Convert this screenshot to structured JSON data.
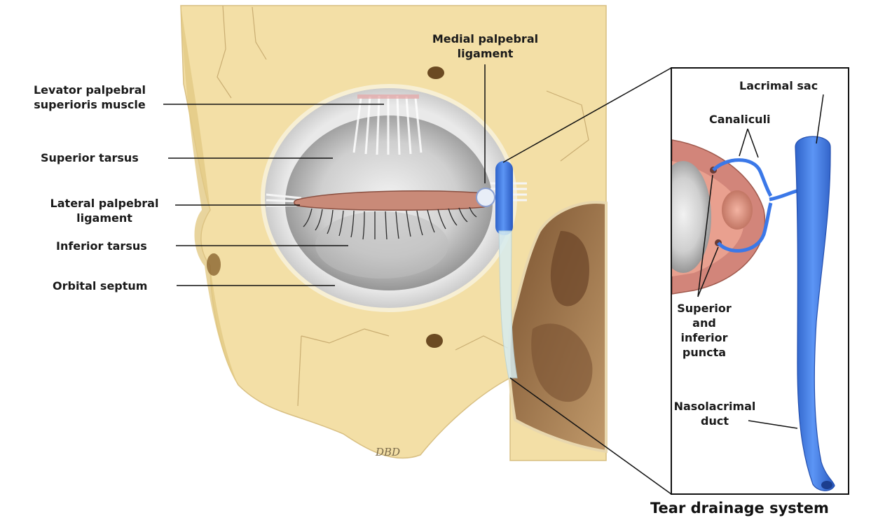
{
  "labels": {
    "levator": "Levator palpebral\nsuperioris muscle",
    "superior_tarsus": "Superior tarsus",
    "lateral_ligament": "Lateral palpebral\nligament",
    "inferior_tarsus": "Inferior tarsus",
    "orbital_septum": "Orbital septum",
    "medial_ligament": "Medial palpebral\nligament",
    "lacrimal_sac": "Lacrimal sac",
    "canaliculi": "Canaliculi",
    "puncta": "Superior\nand\ninferior\npuncta",
    "nasolacrimal": "Nasolacrimal\nduct"
  },
  "caption": "Tear drainage system",
  "signature": "DBD",
  "colors": {
    "bone": "#f3dfa6",
    "bone_line": "#c9ad72",
    "duct_blue": "#3b78e8",
    "eyelid_pink": "#c98a78",
    "nasal_brown": "#a9784c",
    "eyeball_grey": "#c4c4c4"
  }
}
